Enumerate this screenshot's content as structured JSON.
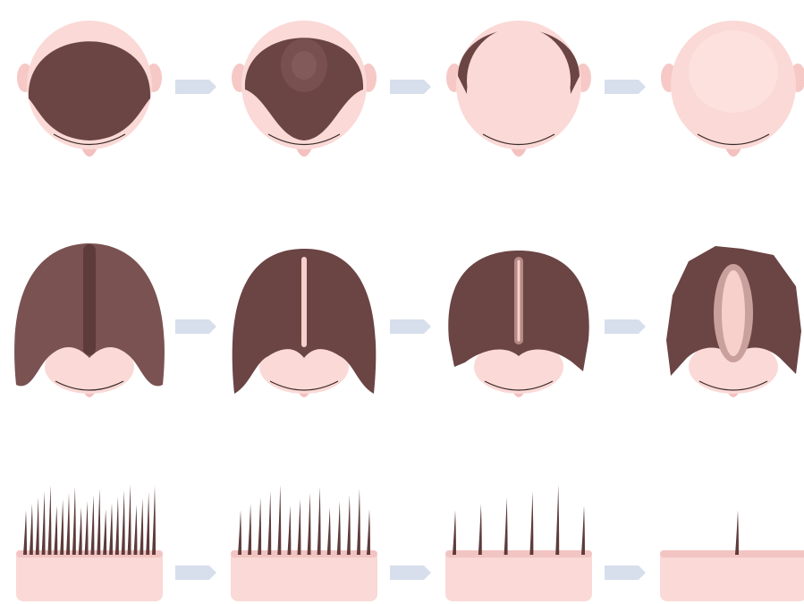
{
  "colors": {
    "background": "#ffffff",
    "hair_dark": "#6b4444",
    "hair_mid": "#7a5252",
    "hair_strand": "#5e3b3b",
    "skin": "#fad9d6",
    "skin_shadow": "#f2c4c2",
    "ear": "#f6c9c6",
    "nose": "#f4c0c0",
    "scalp_light": "#f7cfcb",
    "arrow": "#d7dfec"
  },
  "rows": [
    {
      "id": "male-pattern",
      "icon": "male-head-top-view-icon",
      "stages": [
        {
          "stage": 1,
          "pattern": "full-hair"
        },
        {
          "stage": 2,
          "pattern": "crown-thinning"
        },
        {
          "stage": 3,
          "pattern": "horseshoe-fringe"
        },
        {
          "stage": 4,
          "pattern": "bald"
        }
      ]
    },
    {
      "id": "female-pattern",
      "icon": "female-head-top-view-icon",
      "stages": [
        {
          "stage": 1,
          "pattern": "dense-part"
        },
        {
          "stage": 2,
          "pattern": "widening-part"
        },
        {
          "stage": 3,
          "pattern": "thinning-crown"
        },
        {
          "stage": 4,
          "pattern": "diffuse-loss"
        }
      ]
    },
    {
      "id": "follicle-density",
      "icon": "hair-follicle-icon",
      "stages": [
        {
          "stage": 1,
          "hair_count": 22
        },
        {
          "stage": 2,
          "hair_count": 14
        },
        {
          "stage": 3,
          "hair_count": 6
        },
        {
          "stage": 4,
          "hair_count": 1
        }
      ]
    }
  ],
  "arrow_icon": "progression-arrow-icon"
}
